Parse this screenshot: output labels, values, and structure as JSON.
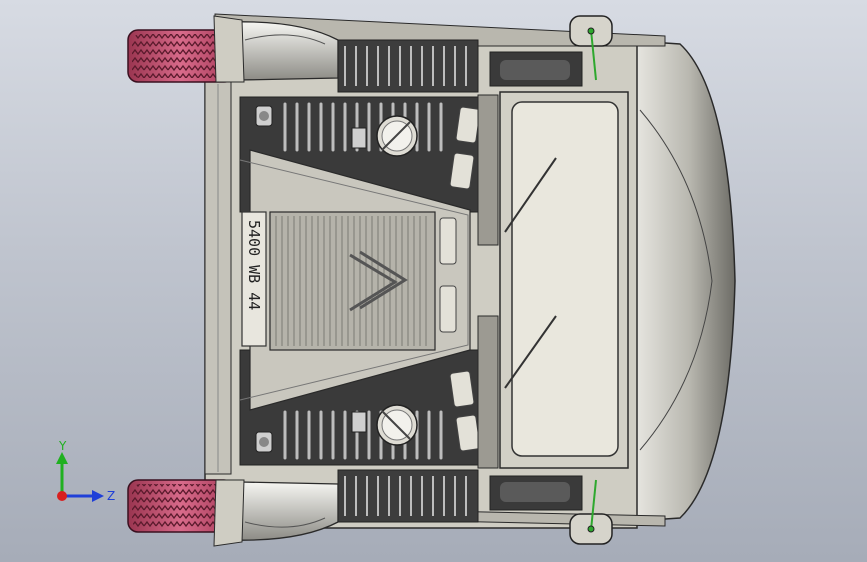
{
  "viewport": {
    "background_top": "#d7dbe3",
    "background_bottom": "#a6acb8"
  },
  "model": {
    "license_plate_text": "5400 WB 44",
    "colors": {
      "tire": "#c04b6a",
      "body": "#d8d6cc",
      "grille_dark": "#3a3a3a",
      "windshield": "#e9e7dd",
      "edge_highlight": "#e06ee0",
      "axle_green": "#2ea82e"
    }
  },
  "triad": {
    "y_label": "Y",
    "z_label": "Z",
    "x_color": "#d81f1f",
    "y_color": "#20b020",
    "z_color": "#1f3fd8"
  }
}
